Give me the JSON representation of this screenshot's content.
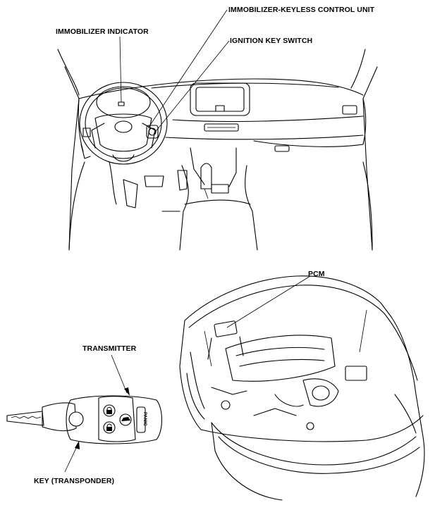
{
  "labels": {
    "immobilizer_keyless_control_unit": "IMMOBILIZER-KEYLESS CONTROL UNIT",
    "immobilizer_indicator": "IMMOBILIZER INDICATOR",
    "ignition_key_switch": "IGNITION KEY SWITCH",
    "pcm": "PCM",
    "transmitter": "TRANSMITTER",
    "key_transponder": "KEY (TRANSPONDER)",
    "panic": "PANIC"
  }
}
